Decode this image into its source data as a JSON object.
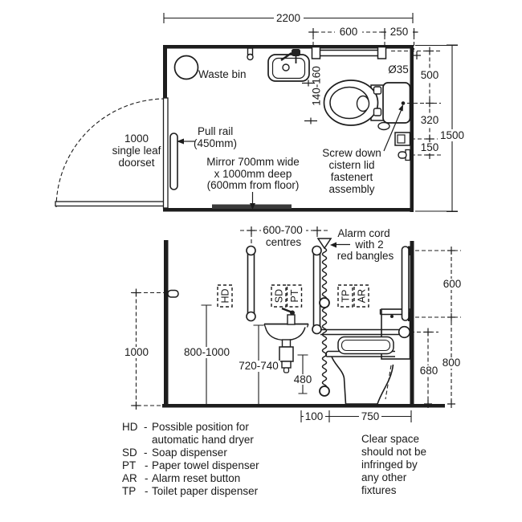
{
  "colors": {
    "ink": "#1a1a1a",
    "paper": "#ffffff"
  },
  "plan_view": {
    "dim_width": "2200",
    "dim_rail": "600",
    "dim_corner": "250",
    "rail_diameter": "Ø35",
    "dim_wc_centre": "500",
    "dim_wc_to_tp": "320",
    "dim_tp_gap": "150",
    "dim_depth": "1500",
    "dim_basin_gap": "140-160",
    "waste_bin_label": "Waste bin",
    "door_line1": "1000",
    "door_line2": "single leaf",
    "door_line3": "doorset",
    "pull_rail_line1": "Pull rail",
    "pull_rail_line2": "(450mm)",
    "mirror_line1": "Mirror 700mm wide",
    "mirror_line2": "x 1000mm deep",
    "mirror_line3": "(600mm from floor)",
    "cistern_line1": "Screw down",
    "cistern_line2": "cistern lid",
    "cistern_line3": "fastenert",
    "cistern_line4": "assembly"
  },
  "elevation_view": {
    "centres_line1": "600-700",
    "centres_line2": "centres",
    "alarm_line1": "Alarm cord",
    "alarm_line2": "with 2",
    "alarm_line3": "red bangles",
    "dim_door_handle": "1000",
    "dim_rail_height": "800-1000",
    "dim_basin_rim": "720-740",
    "dim_seat": "480",
    "dim_cord_offset": "100",
    "dim_clear_space": "750",
    "dim_rail_length": "600",
    "dim_rail_top": "800",
    "dim_dropdown": "680",
    "tag_hd": "HD",
    "tag_sd": "SD",
    "tag_pt": "PT",
    "tag_tp": "TP",
    "tag_ar": "AR"
  },
  "legend": {
    "dash": "-",
    "items": [
      {
        "abbr": "HD",
        "text": "Possible position for",
        "text2": "automatic hand dryer"
      },
      {
        "abbr": "SD",
        "text": "Soap dispenser"
      },
      {
        "abbr": "PT",
        "text": "Paper towel dispenser"
      },
      {
        "abbr": "AR",
        "text": "Alarm reset button"
      },
      {
        "abbr": "TP",
        "text": "Toilet paper dispenser"
      }
    ]
  },
  "note": {
    "line1": "Clear space",
    "line2": "should not be",
    "line3": "infringed by",
    "line4": "any other",
    "line5": "fixtures"
  }
}
